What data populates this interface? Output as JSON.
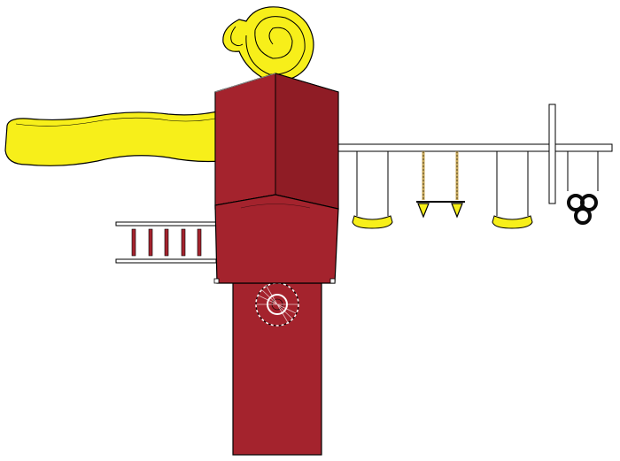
{
  "diagram": {
    "kind": "playset-top-view",
    "colors": {
      "background": "#ffffff",
      "roof_red": "#a4232d",
      "roof_red_dark": "#8f1c25",
      "slide_yellow": "#f7ef1a",
      "outline": "#000000",
      "beam": "#ffffff",
      "rope": "#c8a85a",
      "ring_black": "#0a0a0a",
      "ladder_rung": "#a4232d"
    },
    "components": {
      "tower_roof": {
        "icon": "roof-icon"
      },
      "spiral_slide": {
        "icon": "spiral-slide-icon"
      },
      "wave_slide": {
        "icon": "wave-slide-icon"
      },
      "ladder": {
        "icon": "ladder-icon",
        "rungs": 5
      },
      "lower_deck": {
        "icon": "deck-icon"
      },
      "porthole": {
        "icon": "porthole-icon"
      },
      "swing_beam": {
        "icon": "beam-icon"
      },
      "swings": [
        {
          "type": "belt-swing",
          "icon": "belt-swing-icon"
        },
        {
          "type": "trapeze-bar",
          "icon": "trapeze-icon"
        },
        {
          "type": "belt-swing",
          "icon": "belt-swing-icon"
        },
        {
          "type": "tire-rings",
          "icon": "rings-icon"
        }
      ]
    }
  }
}
